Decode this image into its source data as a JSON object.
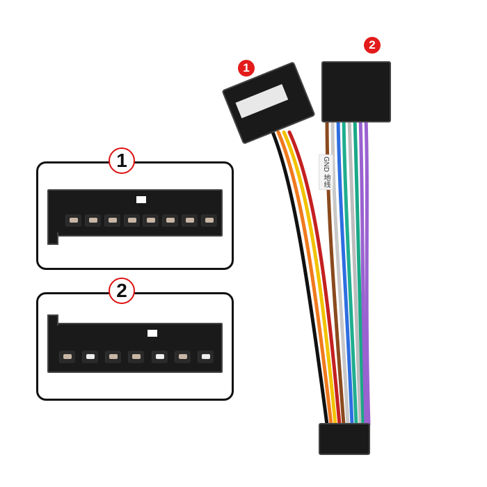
{
  "panels": [
    {
      "id": "1",
      "label": "1",
      "pin_count": 8
    },
    {
      "id": "2",
      "label": "2",
      "pin_count": 7
    }
  ],
  "photo_badges": [
    {
      "id": "1",
      "label": "1"
    },
    {
      "id": "2",
      "label": "2"
    }
  ],
  "wire_tags": [
    {
      "text": "GND 地线"
    }
  ],
  "colors": {
    "badge_red": "#e31b1b",
    "connector_black": "#1a1a1a",
    "panel_circle_red": "#d11111"
  }
}
